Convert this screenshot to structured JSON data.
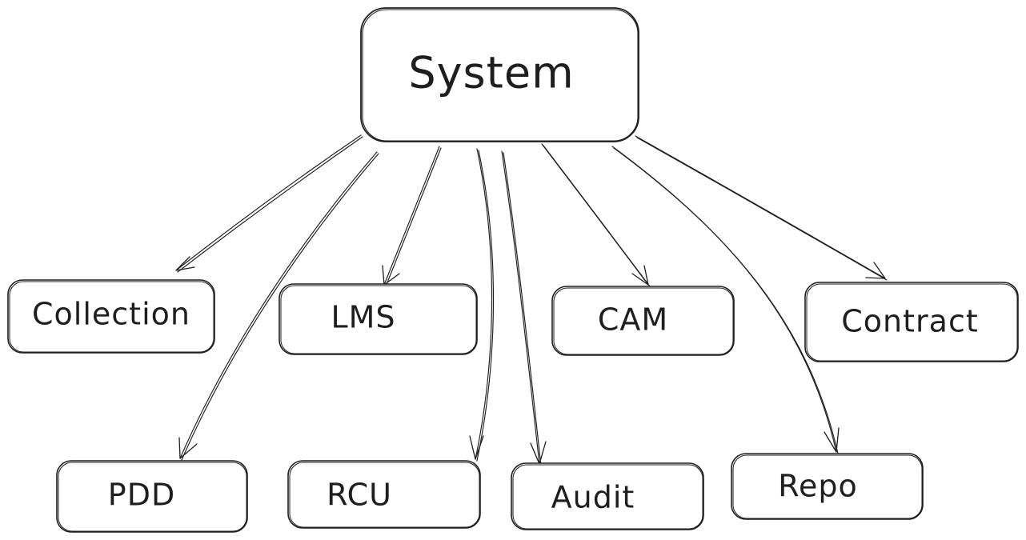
{
  "diagram": {
    "root": {
      "label": "System"
    },
    "children": [
      {
        "id": "collection",
        "label": "Collection"
      },
      {
        "id": "lms",
        "label": "LMS"
      },
      {
        "id": "cam",
        "label": "CAM"
      },
      {
        "id": "contract",
        "label": "Contract"
      },
      {
        "id": "pdd",
        "label": "PDD"
      },
      {
        "id": "rcu",
        "label": "RCU"
      },
      {
        "id": "audit",
        "label": "Audit"
      },
      {
        "id": "repo",
        "label": "Repo"
      }
    ]
  },
  "style": {
    "stroke_color": "#1e1e1e",
    "background_color": "#ffffff"
  }
}
